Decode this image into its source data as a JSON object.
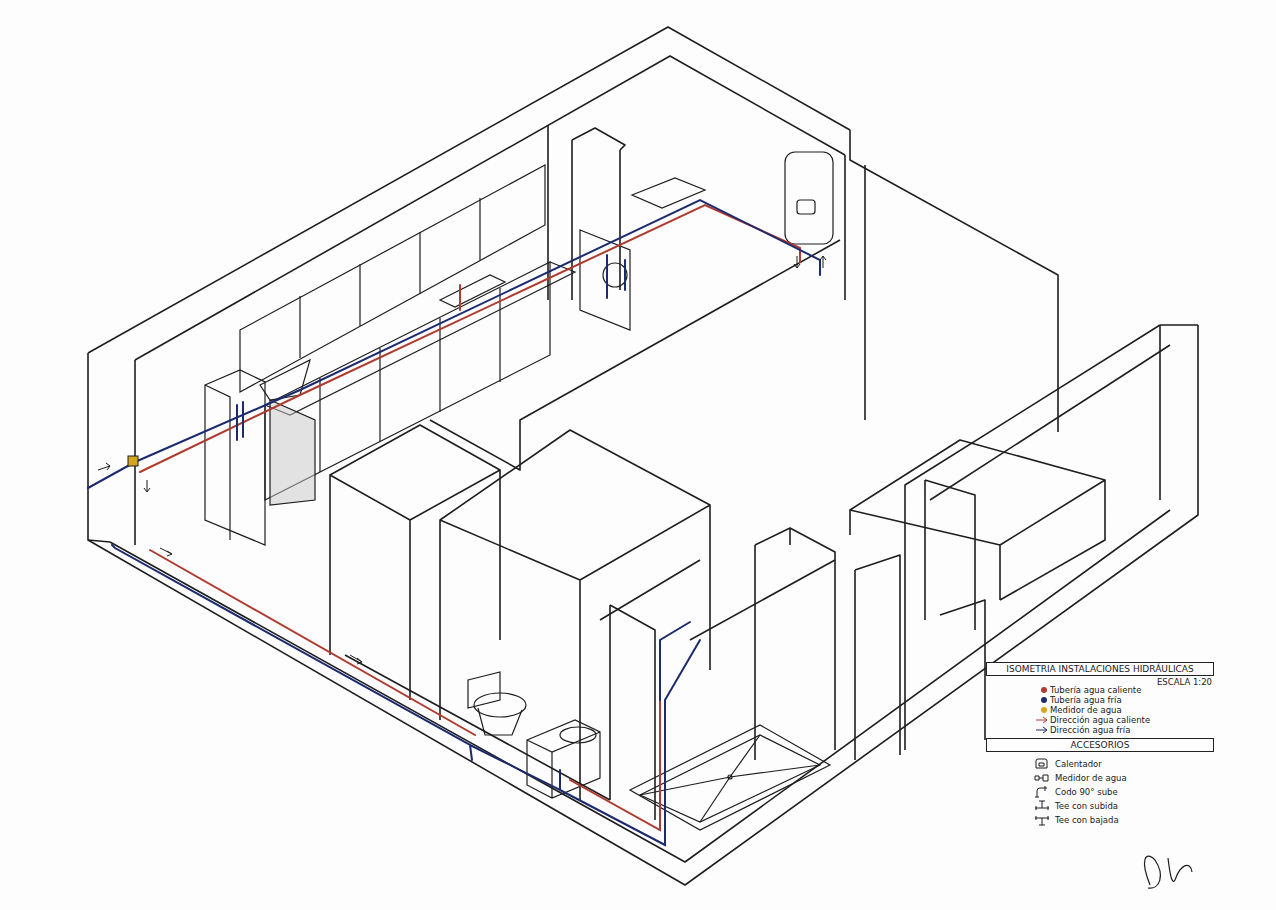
{
  "diagram": {
    "title": "ISOMETRIA INSTALACIONES HIDRÁULICAS",
    "labels": [
      "ESCALA 1:20",
      "ACCESORIOS"
    ],
    "legend": [
      {
        "text": "Tubería agua caliente",
        "color": "#b03a2e"
      },
      {
        "text": "Tubería agua fría",
        "color": "#1c2a6e"
      },
      {
        "text": "Medidor de agua",
        "color": "#d4a520"
      },
      {
        "text": "Dirección agua caliente"
      },
      {
        "text": "Dirección agua fría"
      },
      {
        "text": "Calentador"
      },
      {
        "text": "Medidor de agua"
      },
      {
        "text": "Codo 90° sube"
      },
      {
        "text": "Tee con subida"
      },
      {
        "text": "Tee con bajada"
      }
    ]
  }
}
